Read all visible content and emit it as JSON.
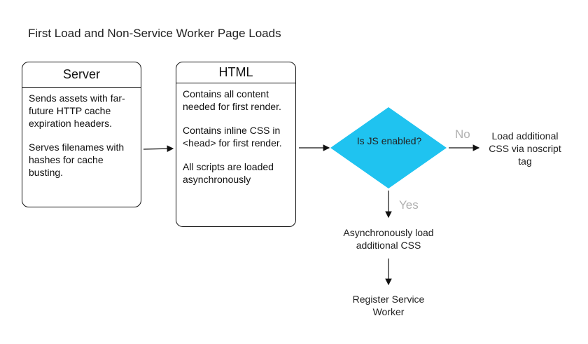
{
  "title": "First Load and Non-Service Worker Page Loads",
  "server": {
    "heading": "Server",
    "paragraphs": [
      "Sends assets with far-future HTTP cache expiration headers.",
      "Serves filenames with hashes for cache busting."
    ]
  },
  "html": {
    "heading": "HTML",
    "paragraphs": [
      "Contains all content needed for first render.",
      "Contains inline CSS in <head> for first render.",
      "All scripts are loaded asynchronously"
    ]
  },
  "decision": {
    "label": "Is JS enabled?",
    "color": "#1fc3f0",
    "no_label": "No",
    "yes_label": "Yes"
  },
  "no_result": "Load additional CSS via noscript tag",
  "yes_result": "Asynchronously load additional CSS",
  "final_step": "Register Service Worker"
}
